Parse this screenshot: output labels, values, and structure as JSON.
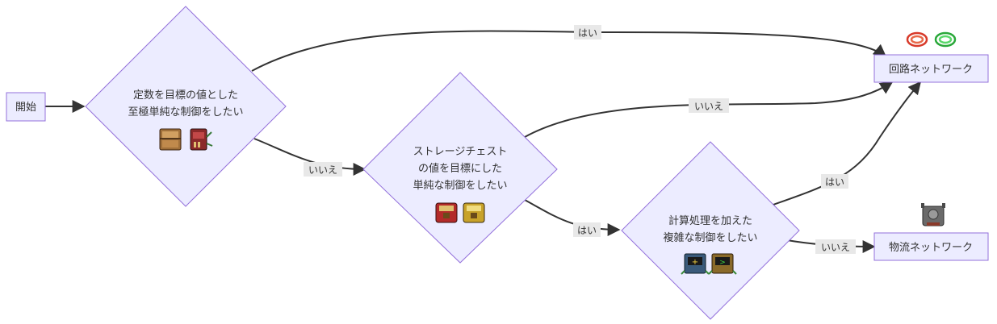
{
  "nodes": {
    "start": {
      "label": "開始"
    },
    "q1": {
      "line1": "定数を目標の値とした",
      "line2": "至極単純な制御をしたい"
    },
    "q2": {
      "line1": "ストレージチェスト",
      "line2": "の値を目標にした",
      "line3": "単純な制御をしたい"
    },
    "q3": {
      "line1": "計算処理を加えた",
      "line2": "複雑な制御をしたい"
    },
    "circuit": {
      "label": "回路ネットワーク"
    },
    "logistic": {
      "label": "物流ネットワーク"
    }
  },
  "edges": {
    "q1_yes": "はい",
    "q1_no": "いいえ",
    "q2_no": "いいえ",
    "q2_yes": "はい",
    "q3_yes": "はい",
    "q3_no": "いいえ"
  },
  "icons": {
    "q1": [
      "wooden-chest-icon",
      "constant-combinator-icon"
    ],
    "q2": [
      "red-chest-icon",
      "yellow-chest-icon"
    ],
    "q3": [
      "arithmetic-combinator-icon",
      "decider-combinator-icon"
    ],
    "circuit": [
      "red-wire-icon",
      "green-wire-icon"
    ],
    "logistic": [
      "roboport-icon"
    ]
  },
  "colors": {
    "node_fill": "#ececff",
    "node_stroke": "#9370db",
    "edge": "#333333",
    "label_bg": "#e8e8e8"
  }
}
